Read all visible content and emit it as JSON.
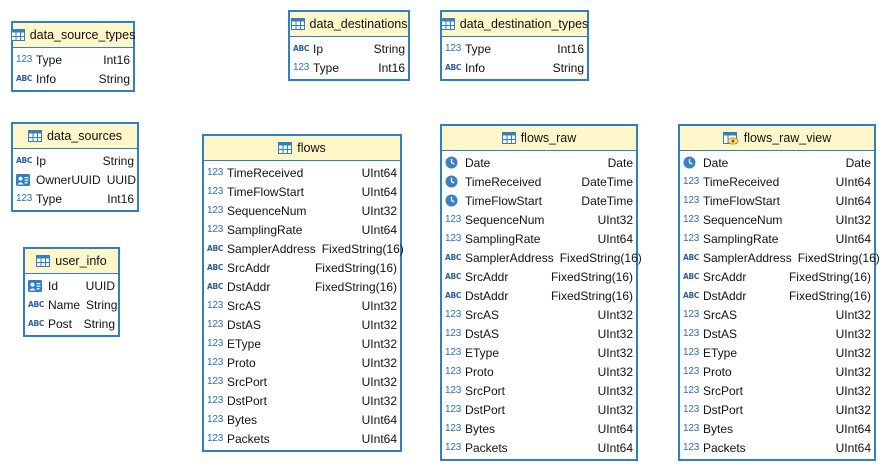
{
  "entities": [
    {
      "id": "data_source_types",
      "title": "data_source_types",
      "icon": "table-icon",
      "fields": [
        {
          "type_icon": "num",
          "name": "Type",
          "type": "Int16"
        },
        {
          "type_icon": "abc",
          "name": "Info",
          "type": "String"
        }
      ]
    },
    {
      "id": "data_sources",
      "title": "data_sources",
      "icon": "table-icon",
      "fields": [
        {
          "type_icon": "abc",
          "name": "Ip",
          "type": "String"
        },
        {
          "type_icon": "uuid",
          "name": "OwnerUUID",
          "type": "UUID"
        },
        {
          "type_icon": "num",
          "name": "Type",
          "type": "Int16"
        }
      ]
    },
    {
      "id": "user_info",
      "title": "user_info",
      "icon": "table-icon",
      "fields": [
        {
          "type_icon": "uuid",
          "name": "Id",
          "type": "UUID"
        },
        {
          "type_icon": "abc",
          "name": "Name",
          "type": "String"
        },
        {
          "type_icon": "abc",
          "name": "Post",
          "type": "String"
        }
      ]
    },
    {
      "id": "data_destinations",
      "title": "data_destinations",
      "icon": "table-icon",
      "fields": [
        {
          "type_icon": "abc",
          "name": "Ip",
          "type": "String"
        },
        {
          "type_icon": "num",
          "name": "Type",
          "type": "Int16"
        }
      ]
    },
    {
      "id": "data_destination_types",
      "title": "data_destination_types",
      "icon": "table-icon",
      "fields": [
        {
          "type_icon": "num",
          "name": "Type",
          "type": "Int16"
        },
        {
          "type_icon": "abc",
          "name": "Info",
          "type": "String"
        }
      ]
    },
    {
      "id": "flows",
      "title": "flows",
      "icon": "table-icon",
      "fields": [
        {
          "type_icon": "num",
          "name": "TimeReceived",
          "type": "UInt64"
        },
        {
          "type_icon": "num",
          "name": "TimeFlowStart",
          "type": "UInt64"
        },
        {
          "type_icon": "num",
          "name": "SequenceNum",
          "type": "UInt32"
        },
        {
          "type_icon": "num",
          "name": "SamplingRate",
          "type": "UInt64"
        },
        {
          "type_icon": "abc",
          "name": "SamplerAddress",
          "type": "FixedString(16)"
        },
        {
          "type_icon": "abc",
          "name": "SrcAddr",
          "type": "FixedString(16)"
        },
        {
          "type_icon": "abc",
          "name": "DstAddr",
          "type": "FixedString(16)"
        },
        {
          "type_icon": "num",
          "name": "SrcAS",
          "type": "UInt32"
        },
        {
          "type_icon": "num",
          "name": "DstAS",
          "type": "UInt32"
        },
        {
          "type_icon": "num",
          "name": "EType",
          "type": "UInt32"
        },
        {
          "type_icon": "num",
          "name": "Proto",
          "type": "UInt32"
        },
        {
          "type_icon": "num",
          "name": "SrcPort",
          "type": "UInt32"
        },
        {
          "type_icon": "num",
          "name": "DstPort",
          "type": "UInt32"
        },
        {
          "type_icon": "num",
          "name": "Bytes",
          "type": "UInt64"
        },
        {
          "type_icon": "num",
          "name": "Packets",
          "type": "UInt64"
        }
      ]
    },
    {
      "id": "flows_raw",
      "title": "flows_raw",
      "icon": "table-icon",
      "fields": [
        {
          "type_icon": "clock",
          "name": "Date",
          "type": "Date"
        },
        {
          "type_icon": "clock",
          "name": "TimeReceived",
          "type": "DateTime"
        },
        {
          "type_icon": "clock",
          "name": "TimeFlowStart",
          "type": "DateTime"
        },
        {
          "type_icon": "num",
          "name": "SequenceNum",
          "type": "UInt32"
        },
        {
          "type_icon": "num",
          "name": "SamplingRate",
          "type": "UInt64"
        },
        {
          "type_icon": "abc",
          "name": "SamplerAddress",
          "type": "FixedString(16)"
        },
        {
          "type_icon": "abc",
          "name": "SrcAddr",
          "type": "FixedString(16)"
        },
        {
          "type_icon": "abc",
          "name": "DstAddr",
          "type": "FixedString(16)"
        },
        {
          "type_icon": "num",
          "name": "SrcAS",
          "type": "UInt32"
        },
        {
          "type_icon": "num",
          "name": "DstAS",
          "type": "UInt32"
        },
        {
          "type_icon": "num",
          "name": "EType",
          "type": "UInt32"
        },
        {
          "type_icon": "num",
          "name": "Proto",
          "type": "UInt32"
        },
        {
          "type_icon": "num",
          "name": "SrcPort",
          "type": "UInt32"
        },
        {
          "type_icon": "num",
          "name": "DstPort",
          "type": "UInt32"
        },
        {
          "type_icon": "num",
          "name": "Bytes",
          "type": "UInt64"
        },
        {
          "type_icon": "num",
          "name": "Packets",
          "type": "UInt64"
        }
      ]
    },
    {
      "id": "flows_raw_view",
      "title": "flows_raw_view",
      "icon": "view-icon",
      "fields": [
        {
          "type_icon": "clock",
          "name": "Date",
          "type": "Date"
        },
        {
          "type_icon": "num",
          "name": "TimeReceived",
          "type": "UInt64"
        },
        {
          "type_icon": "num",
          "name": "TimeFlowStart",
          "type": "UInt64"
        },
        {
          "type_icon": "num",
          "name": "SequenceNum",
          "type": "UInt32"
        },
        {
          "type_icon": "num",
          "name": "SamplingRate",
          "type": "UInt64"
        },
        {
          "type_icon": "abc",
          "name": "SamplerAddress",
          "type": "FixedString(16)"
        },
        {
          "type_icon": "abc",
          "name": "SrcAddr",
          "type": "FixedString(16)"
        },
        {
          "type_icon": "abc",
          "name": "DstAddr",
          "type": "FixedString(16)"
        },
        {
          "type_icon": "num",
          "name": "SrcAS",
          "type": "UInt32"
        },
        {
          "type_icon": "num",
          "name": "DstAS",
          "type": "UInt32"
        },
        {
          "type_icon": "num",
          "name": "EType",
          "type": "UInt32"
        },
        {
          "type_icon": "num",
          "name": "Proto",
          "type": "UInt32"
        },
        {
          "type_icon": "num",
          "name": "SrcPort",
          "type": "UInt32"
        },
        {
          "type_icon": "num",
          "name": "DstPort",
          "type": "UInt32"
        },
        {
          "type_icon": "num",
          "name": "Bytes",
          "type": "UInt64"
        },
        {
          "type_icon": "num",
          "name": "Packets",
          "type": "UInt64"
        }
      ]
    }
  ],
  "type_icon_labels": {
    "num": "123",
    "abc": "ABC"
  },
  "colors": {
    "border": "#2f7fc1",
    "header_bg": "#fff7c9",
    "icon_blue": "#2f7fc1",
    "clock_blue": "#3d7fc4"
  }
}
